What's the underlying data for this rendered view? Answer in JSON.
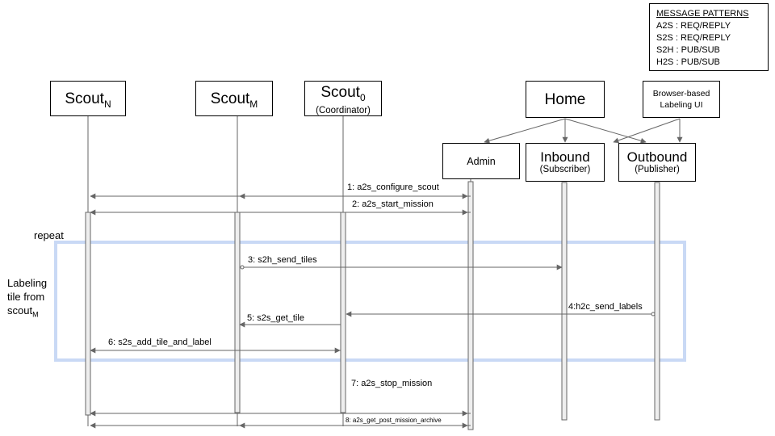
{
  "legend": {
    "title": "MESSAGE PATTERNS",
    "rows": [
      "A2S : REQ/REPLY",
      "S2S : REQ/REPLY",
      "S2H : PUB/SUB",
      "H2S : PUB/SUB"
    ]
  },
  "participants": {
    "scout_n": {
      "name": "Scout",
      "sub": "N"
    },
    "scout_m": {
      "name": "Scout",
      "sub": "M"
    },
    "scout_0": {
      "name": "Scout",
      "sub": "0",
      "caption": "(Coordinator)"
    },
    "home": {
      "name": "Home"
    },
    "browser_ui": {
      "line1": "Browser-based",
      "line2": "Labeling UI"
    },
    "admin": {
      "name": "Admin"
    },
    "inbound": {
      "name": "Inbound",
      "caption": "(Subscriber)"
    },
    "outbound": {
      "name": "Outbound",
      "caption": "(Publisher)"
    }
  },
  "frame": {
    "keyword": "repeat",
    "note_line1": "Labeling",
    "note_line2": "tile from",
    "note_line3": "scout",
    "note_sub": "M"
  },
  "messages": [
    "1: a2s_configure_scout",
    "2: a2s_start_mission",
    "3: s2h_send_tiles",
    "4:h2c_send_labels",
    "5: s2s_get_tile",
    "6: s2s_add_tile_and_label",
    "7: a2s_stop_mission",
    "8: a2s_get_post_mission_archive"
  ],
  "colors": {
    "frame": "#c9d9f5",
    "line": "#666666",
    "activation": "#eeeeee"
  }
}
